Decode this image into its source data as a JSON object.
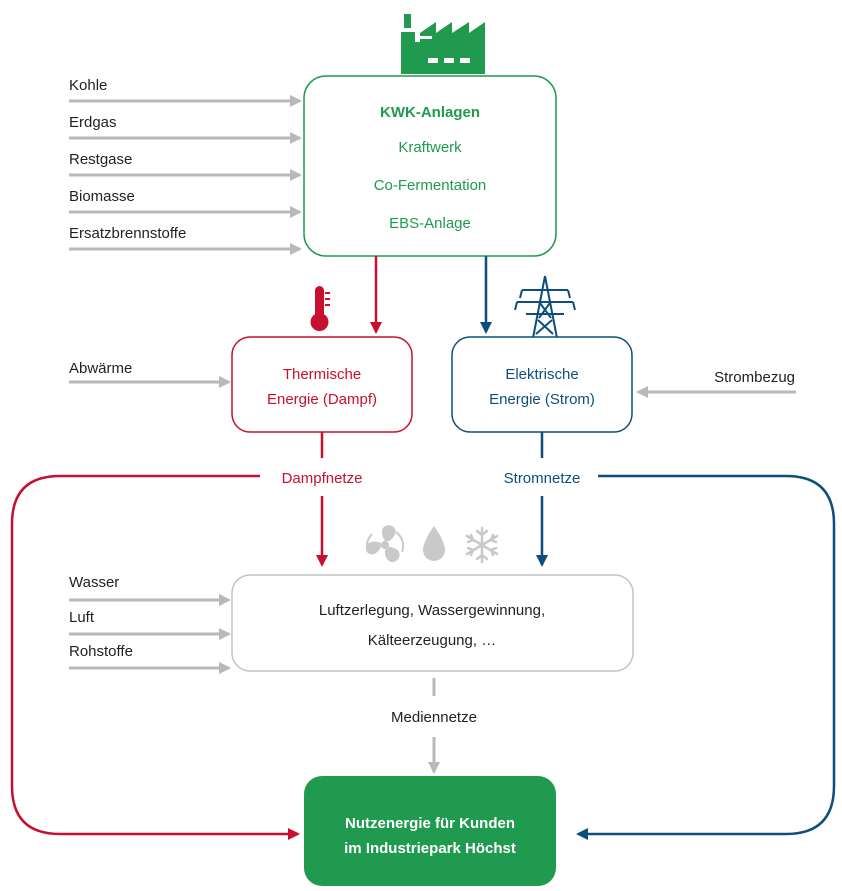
{
  "inputs_top": [
    "Kohle",
    "Erdgas",
    "Restgase",
    "Biomasse",
    "Ersatzbrennstoffe"
  ],
  "kwk_box": {
    "title": "KWK-Anlagen",
    "items": [
      "Kraftwerk",
      "Co-Fermentation",
      "EBS-Anlage"
    ]
  },
  "abwaerme": "Abwärme",
  "strombezug": "Strombezug",
  "thermal_box": {
    "line1": "Thermische",
    "line2": "Energie (Dampf)"
  },
  "electric_box": {
    "line1": "Elektrische",
    "line2": "Energie (Strom)"
  },
  "dampfnetze": "Dampfnetze",
  "stromnetze": "Stromnetze",
  "inputs_media": [
    "Wasser",
    "Luft",
    "Rohstoffe"
  ],
  "media_box": {
    "line1": "Luftzerlegung, Wassergewinnung,",
    "line2": "Kälteerzeugung, …"
  },
  "mediennetze": "Mediennetze",
  "final_box": {
    "line1": "Nutzenergie für Kunden",
    "line2": "im Industriepark Höchst"
  },
  "icons": [
    "factory-icon",
    "thermometer-icon",
    "power-pylon-icon",
    "fan-icon",
    "water-drop-icon",
    "snowflake-icon"
  ],
  "colors": {
    "green": "#1f9a4e",
    "red": "#c8102e",
    "blue": "#0d4f7c",
    "gray_arrow": "#b9b9b9"
  }
}
